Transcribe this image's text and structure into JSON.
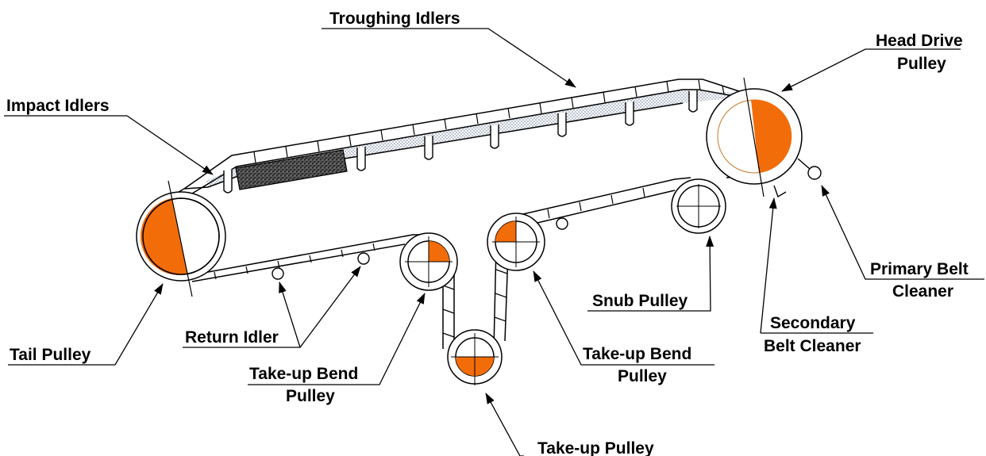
{
  "colors": {
    "pulley_fill": "#f26d0a",
    "line": "#000000",
    "material": "#9aa8b8",
    "impact_bed": "#3a3a3a",
    "background": "#ffffff"
  },
  "labels": {
    "troughing_idlers": "Troughing Idlers",
    "head_drive_pulley": [
      "Head Drive",
      "Pulley"
    ],
    "impact_idlers": "Impact Idlers",
    "tail_pulley": "Tail Pulley",
    "return_idler": "Return Idler",
    "takeup_bend_left": [
      "Take-up Bend",
      "Pulley"
    ],
    "takeup_pulley": "Take-up Pulley",
    "takeup_bend_right": [
      "Take-up Bend",
      "Pulley"
    ],
    "snub_pulley": "Snub Pulley",
    "secondary_cleaner": [
      "Secondary",
      "Belt Cleaner"
    ],
    "primary_cleaner": [
      "Primary Belt",
      "Cleaner"
    ]
  }
}
